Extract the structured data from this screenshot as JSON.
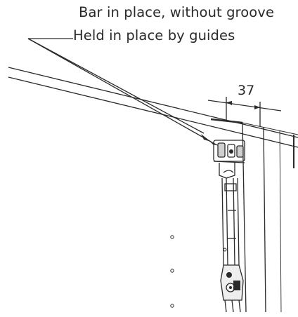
{
  "annotations": {
    "label_1": "Bar in place, without groove",
    "label_2": "Held in place by guides"
  },
  "dimension": {
    "value": "37"
  },
  "colors": {
    "line": "#2a2a2a",
    "background": "#ffffff"
  }
}
